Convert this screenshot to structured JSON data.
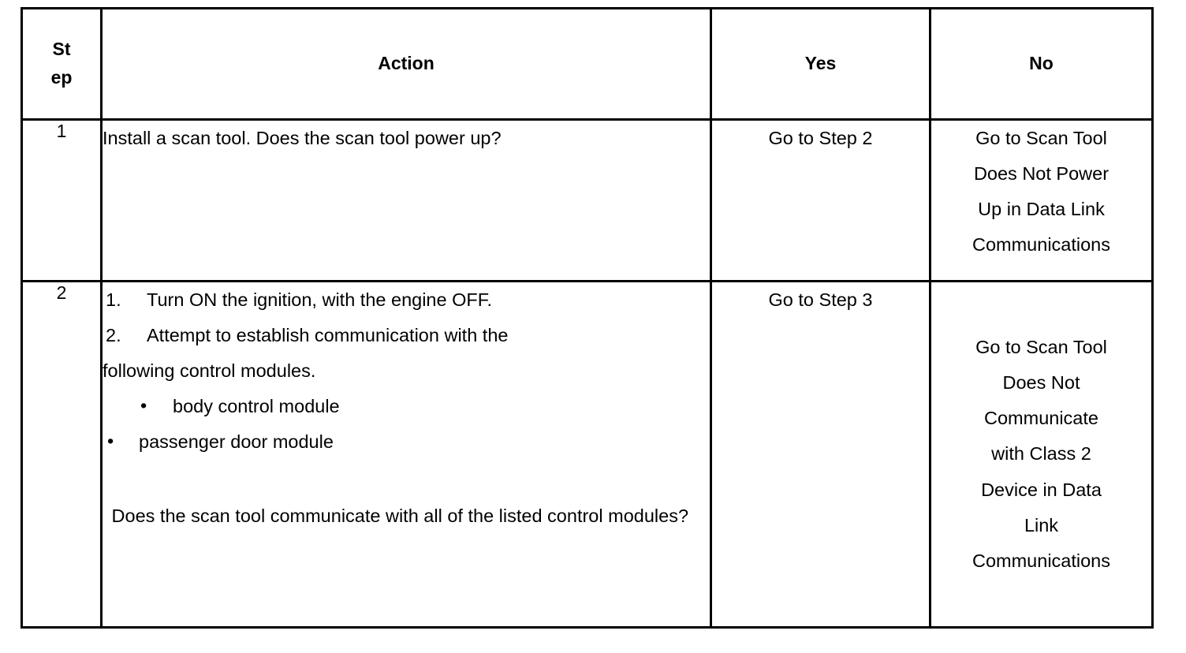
{
  "document": {
    "type": "diagnostic-procedure-table",
    "headers": {
      "step": "Step",
      "step_line1": "St",
      "step_line2": "ep",
      "action": "Action",
      "yes": "Yes",
      "no": "No"
    },
    "rows": [
      {
        "step": "1",
        "action": {
          "paragraphs": [
            "Install a scan tool. Does the scan tool power up?"
          ],
          "numbered": [],
          "bullets": [],
          "question": ""
        },
        "yes": "Go to Step 2",
        "no_lines": [
          "Go to Scan Tool",
          "Does Not Power",
          "Up in Data Link",
          "Communications"
        ]
      },
      {
        "step": "2",
        "action": {
          "paragraphs": [],
          "numbered": [
            {
              "num": "1.",
              "text": "Turn ON the ignition, with the engine OFF."
            },
            {
              "num": "2.",
              "text": "Attempt to establish communication with the"
            }
          ],
          "continuation": "following control modules.",
          "bullets": [
            {
              "mark": "•",
              "text": "body control module",
              "indent": "deep"
            },
            {
              "mark": "•",
              "text": "passenger door module",
              "indent": "shallow"
            }
          ],
          "question": " Does the scan tool communicate with all of the listed control modules?"
        },
        "yes": "Go to Step 3",
        "no_lines": [
          "Go to Scan Tool",
          "Does Not",
          "Communicate",
          "with Class 2",
          "Device in Data",
          "Link",
          "Communications"
        ]
      }
    ]
  },
  "style": {
    "border_color": "#000000",
    "text_color": "#000000",
    "background": "#ffffff"
  }
}
